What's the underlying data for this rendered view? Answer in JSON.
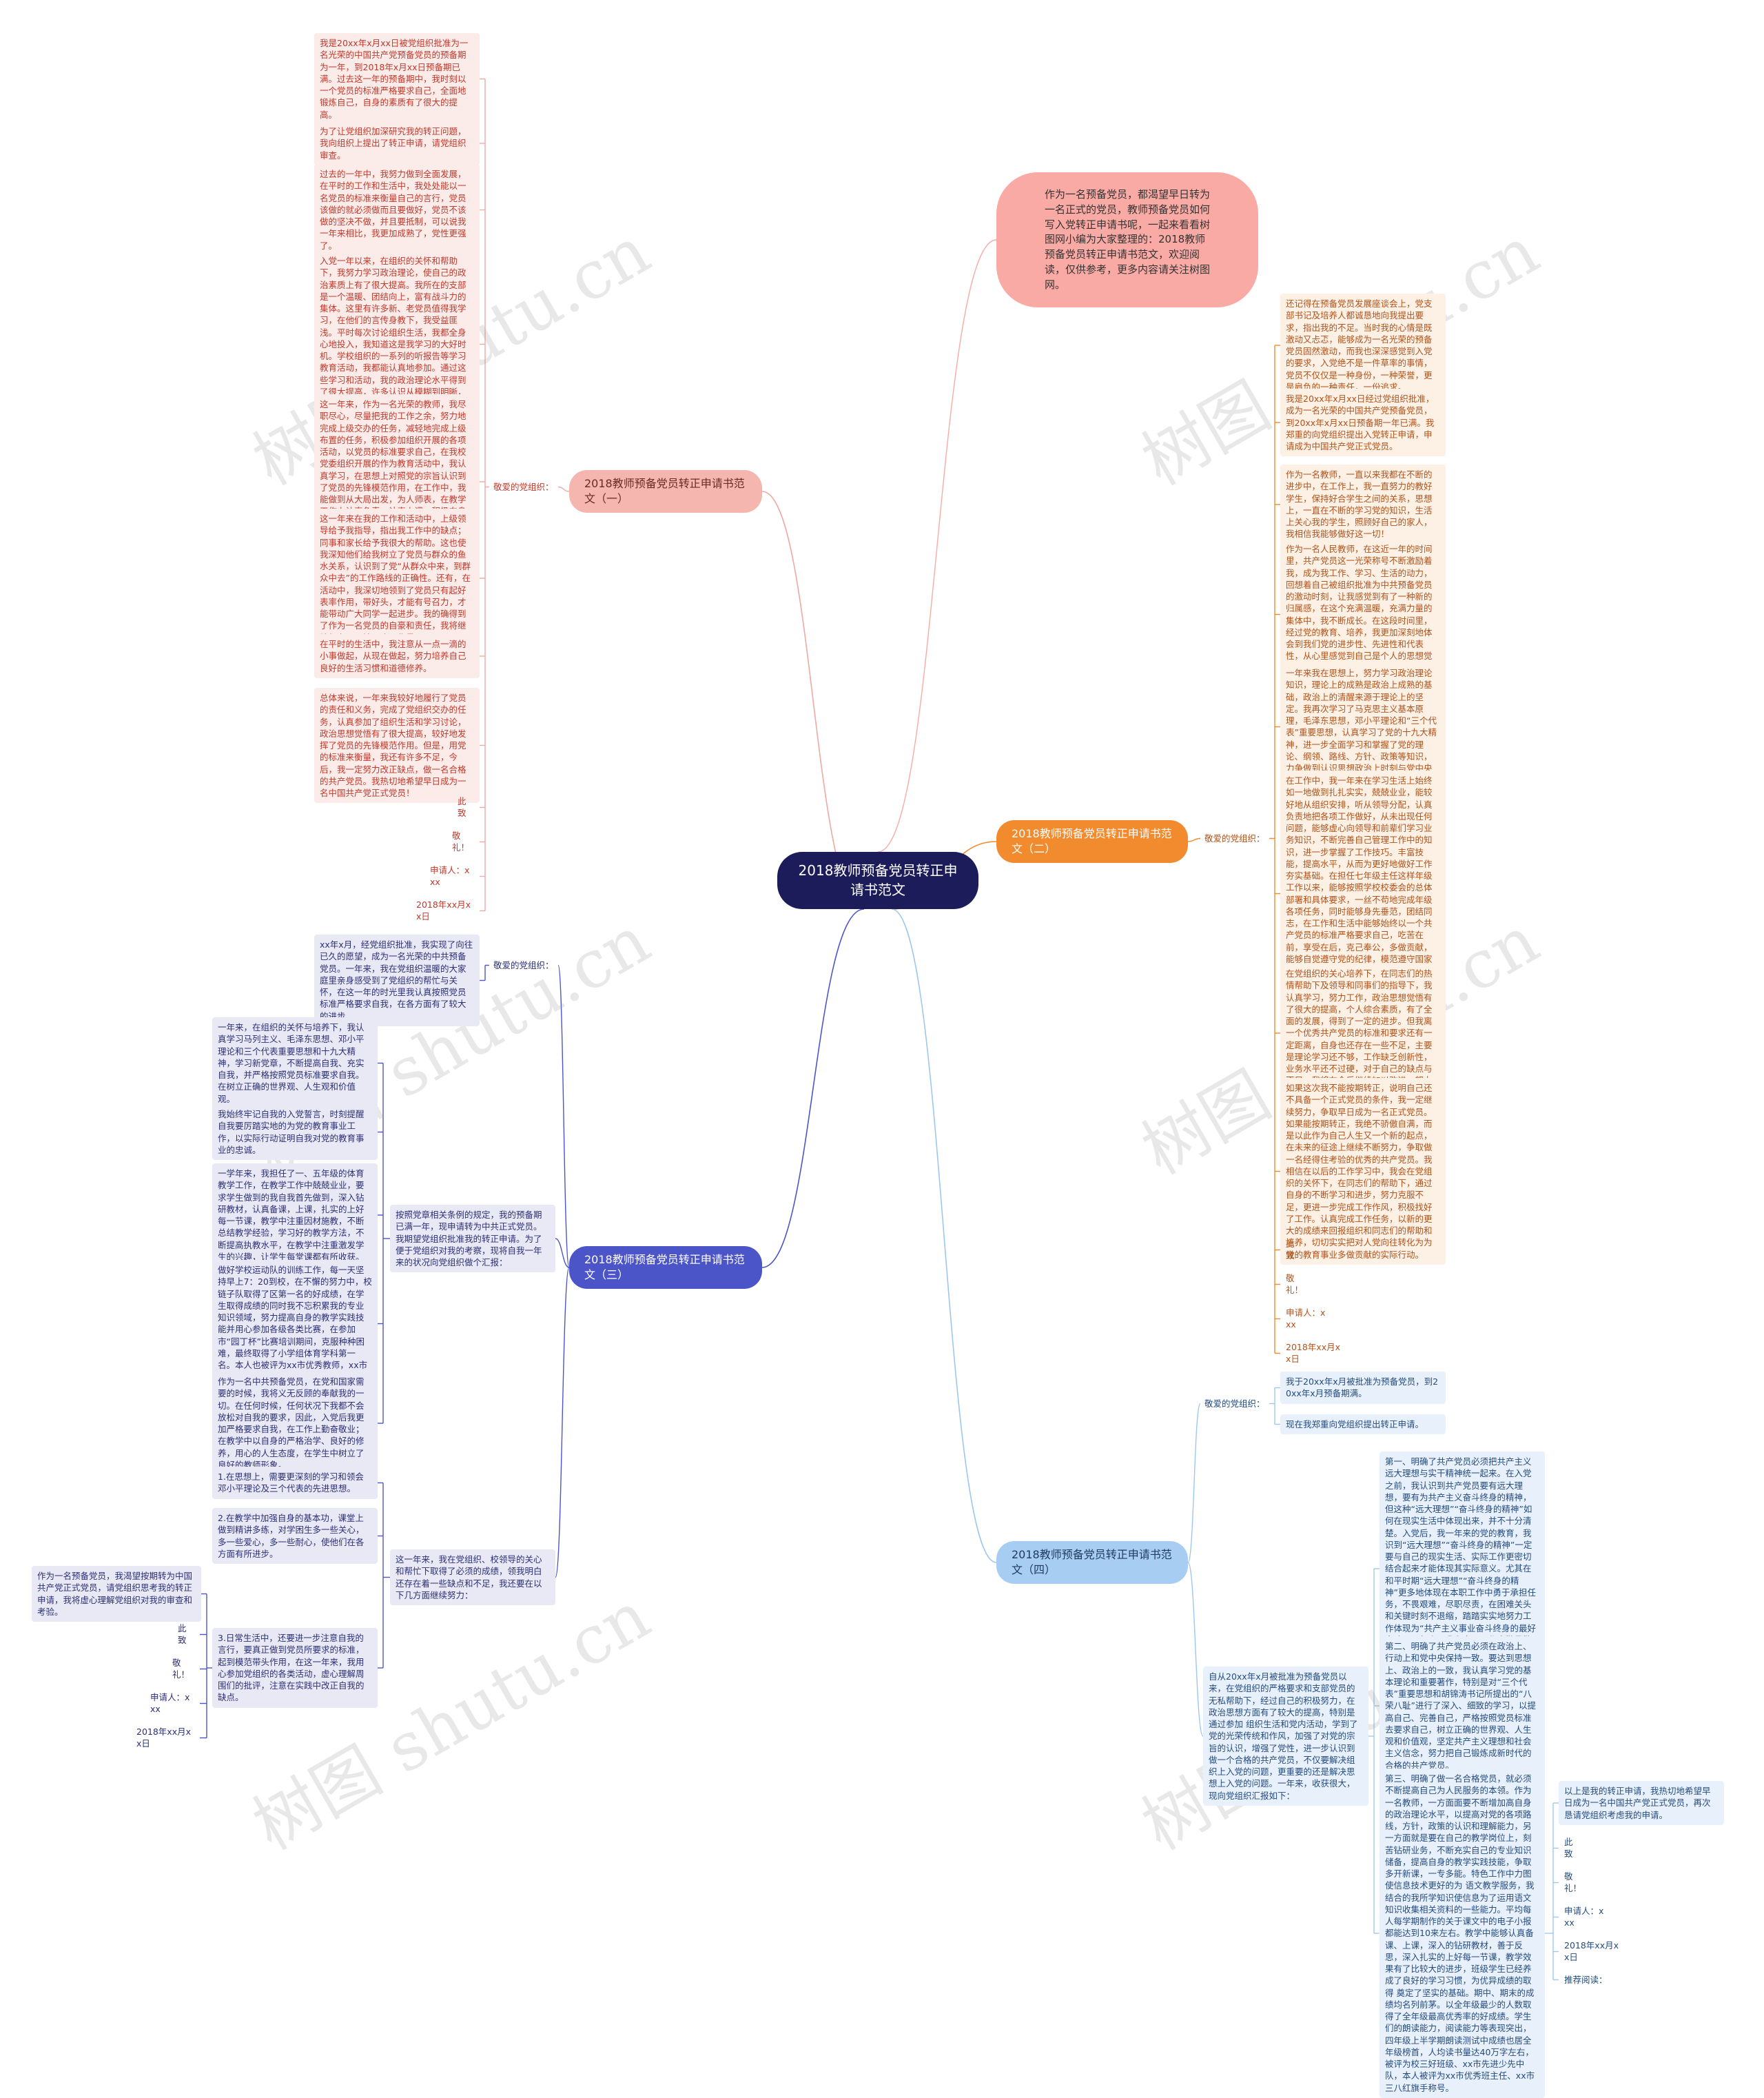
{
  "root": {
    "title": "2018教师预备党员转正申请书范文"
  },
  "intro": "作为一名预备党员，都渴望早日转为一名正式的党员，教师预备党员如何写入党转正申请书呢，一起来看看树图网小编为大家整理的：2018教师预备党员转正申请书范文，欢迎阅读，仅供参考，更多内容请关注树图网。",
  "watermark": "树图 shutu.cn",
  "branches": {
    "b1": {
      "title": "2018教师预备党员转正申请书范文（一）",
      "salutation": "敬爱的党组织：",
      "items": [
        "我是20xx年x月xx日被党组织批准为一名光荣的中国共产党预备党员的预备期为一年，到2018年x月xx日预备期已满。过去这一年的预备期中，我时刻以一个党员的标准严格要求自己，全面地锻炼自己，自身的素质有了很大的提高。",
        "为了让党组织加深研究我的转正问题，我向组织上提出了转正申请，请党组织审查。",
        "过去的一年中，我努力做到全面发展，在平时的工作和生活中，我处处能以一名党员的标准来衡量自己的言行，党员该做的就必须做而且要做好，党员不该做的坚决不做，并且要抵制，可以说我一年来相比，我更加成熟了，党性更强了。",
        "入党一年以来，在组织的关怀和帮助下，我努力学习政治理论，使自己的政治素质上有了很大提高。我所在的支部是一个温暖、团结向上，富有战斗力的集体。这里有许多新、老党员值得我学习，在他们的言传身教下，我受益匪浅。平时每次讨论组织生活，我都全身心地投入，我知道这是我学习的大好时机。学校组织的一系列的听报告等学习教育活动，我都能认真地参加。通过这些学习和活动，我的政治理论水平得到了很大提高，许多认识从模糊到明晰，得到了澄清，存在的错误得到了端正，同时对一些现象和问题有了进一步认识。",
        "这一年来，作为一名光荣的教师，我尽职尽心，尽量把我的工作之余，努力地完成上级交办的任务，减轻地完成上级布置的任务，积极参加组织开展的各项活动，以党员的标准要求自己，在我校党委组织开展的作为教育活动中，我认真学习，在思想上对照党的宗旨认识到了党员的先锋模范作用，在工作中，我能做到从大局出发，为人师表，在教学工作上认真负责，认真上课，积极向身边及其他优秀的教师学习教学经验，从不随意缺勤或请假，径常为了出色完成教学工作任务而牺牲休息时间来加班加点。",
        "这一年来在我的工作和活动中，上级领导给予我指导，指出我工作中的缺点；同事和家长给予我很大的帮助。这也使我深知他们给我树立了党员与群众的鱼水关系，认识到了党“从群众中来，到群众中去”的工作路线的正确性。还有，在活动中，我深切地领到了党员只有起好表率作用，带好头，才能有号召力，才能带动广大同学一起进步。我的确得到了作为一名党员的自豪和责任，我将继续努力，无愧于这一称号。",
        "在平时的生活中，我注意从一点一滴的小事做起，从现在做起，努力培养自己良好的生活习惯和道德修养。",
        "总体来说，一年来我较好地履行了党员的责任和义务，完成了党组织交办的任务，认真参加了组织生活和学习讨论，政治思想觉悟有了很大提高，较好地发挥了党员的先锋模范作用。但是，用党的标准来衡量，我还有许多不足，今后，我一定努力改正缺点，做一名合格的共产党员。我热切地希望早日成为一名中国共产党正式党员！",
        "此致",
        "敬礼！",
        "申请人：xxx",
        "2018年xx月xx日"
      ]
    },
    "b2": {
      "title": "2018教师预备党员转正申请书范文（二）",
      "salutation": "敬爱的党组织：",
      "items": [
        "还记得在预备党员发展座谈会上，党支部书记及培养人都诚恳地向我提出要求，指出我的不足。当时我的心情是既激动又忐忑，能够成为一名光荣的预备党员固然激动，而我也深深感觉到入党的要求，入党绝不是一件草率的事情，党员不仅仅是一种身份，一种荣誉，更是肩负的一种责任，一份追求。",
        "我是20xx年x月xx日经过党组织批准，成为一名光荣的中国共产党预备党员，到20xx年x月xx日预备期一年已满。我郑重的向党组织提出入党转正申请，申请成为中国共产党正式党员。",
        "作为一名教师，一直以来我都在不断的进步中，在工作上，我一直努力的教好学生，保持好合学生之间的关系，思想上，一直在不断的学习党的知识，生活上关心我的学生，照顾好自己的家人，我相信我能够做好这一切！",
        "作为一名人民教师，在这近一年的时间里，共产党员这一光荣称号不断激励着我，成为我工作、学习、生活的动力，回想着自己被组织批准为中共预备党员的激动时刻，让我感觉到有了一种新的归属感，在这个充满温暖，充满力量的集体中，我不断成长。在这段时间里，经过党的教育、培养，我更加深刻地体会到我们党的进步性、先进性和代表性，从心里感觉到自己是个人的思想觉悟提高了，视野广阔了，为人民服务的决心增强了。",
        "一年来我在思想上，努力学习政治理论知识，理论上的成熟是政治上成熟的基础，政治上的清醒来源于理论上的坚定。我再次学习了马克思主义基本原理，毛泽东思想，邓小平理论和“三个代表”重要思想，认真学习了党的十九大精神，进一步全面学习和掌握了党的理论、纲领、路线、方针、政策等知识，力争做到认识思想政治上时刻与党中央保持高度一致。",
        "在工作中，我一年来在学习生活上始终如一地做到扎扎实实，兢兢业业，能较好地从组织安排，听从领导分配，认真负责地把各项工作做好，从未出现任何问题，能够虚心向领导和前辈们学习业务知识，不断完善自己管理工作中的知识，进一步掌握了工作技巧。丰富技能，提高水平，从而为更好地做好工作夯实基础。在担任七年级主任这样年级工作以来，能够按照学校校委会的总体部署和具体要求，一丝不苟地完成年级各项任务，同时能够身先垂范，团结同志，在工作和生活中能够始终以一个共产党员的标准严格要求自己，吃苦在前，享受在后，克己奉公，多做贡献，能够自觉遵守党的纪律，模范遵守国家的法律法规，严格遵守党和国家的秘密，发扬社会主义的新风尚，提倡共产主义道德，始终在表思想和行动的统一，把加入党组织作为崇高的追求。",
        "在党组织的关心培养下，在同志们的热情帮助下及领导和同事们的指导下，我认真学习，努力工作，政治思想觉悟有了很大的提高，个人综合素质，有了全面的发展，得到了一定的进步。但我离一个优秀共产党员的标准和要求还有一定距离，自身也还存在一些不足，主要是理论学习还不够，工作缺乏创新性，业务水平还不过硬，对于自己的缺点与不足，我将在今后继续加以改进，努力做好。",
        "如果这次我不能按期转正，说明自己还不具备一个正式党员的条件，我一定继续努力，争取早日成为一名正式党员。如果能按期转正，我绝不骄傲自满，而是以此作为自己人生又一个新的起点，在未来的征途上继续不断努力，争取做一名经得住考验的优秀的共产党员。我相信在以后的工作学习中，我会在党组织的关怀下，在同志们的帮助下，通过自身的不断学习和进步，努力克服不足，更进一步完成工作作风，积极找好了工作。认真完成工作任务，以新的更大的成绩来回报组织和同志们的帮助和培养，切切实实把对人党向往转化为为党的教育事业多做贡献的实际行动。",
        "此致",
        "敬礼！",
        "申请人：xxx",
        "2018年xx月xx日"
      ]
    },
    "b3": {
      "title": "2018教师预备党员转正申请书范文（三）",
      "salutation": "敬爱的党组织：",
      "opening": "xx年x月，经党组织批准，我实现了向往已久的愿望，成为一名光荣的中共预备党员。一年来，我在党组织温暖的大家庭里亲身感受到了党组织的帮忙与关怀，在这一年的时光里我认真按照党员标准严格要求自我，在各方面有了较大的进步。",
      "middle_a": "按照党章相关条例的规定，我的预备期已满一年，现申请转为中共正式党员。我期望党组织批准我的转正申请。为了便于党组织对我的考察，现将自我一年来的状况向党组织做个汇报：",
      "group_a": [
        "一年来，在组织的关怀与培养下，我认真学习马列主义、毛泽东思想、邓小平理论和三个代表重要思想和十九大精神，学习新党章，不断提高自我、充实自我，并严格按照党员标准要求自我。在树立正确的世界观、人生观和价值观。",
        "我始终牢记自我的入党誓言，时刻提醒自我要厉踏实地的为党的教育事业工作，以实际行动证明自我对党的教育事业的忠诚。",
        "一学年来，我担任了一、五年级的体育教学工作，在教学工作中兢兢业业，要求学生做到的我自我首先做到，深入钻研教材，认真备课，上课，扎实的上好每一节课，教学中注重因材施教，不断总结教学经验，学习好的教学方法，不断提高执教水平，在教学中注重激发学生的兴趣，让学生每堂课都有所收获。",
        "做好学校运动队的训练工作，每一天坚持早上7：20到校，在不懈的努力中，校链子队取得了区第一名的好成绩，在学生取得成绩的同时我不忘积累我的专业知识领域，努力提高自身的教学实践技能并用心参加各级各类比赛，在参加市“园丁杯”比赛培训期间，克服种种困难，最终取得了小学组体育学科第一名。本人也被评为xx市优秀教师，xx市体育学科教学能手。",
        "作为一名中共预备党员，在党和国家需要的时候，我将义无反顾的奉献我的一切。在任何时候，任何状况下我都不会放松对自我的要求，因此，入党后我更加严格要求自我，在工作上勤奋敬业；在教学中以自身的严格治学、良好的修养，用心的人生态度，在学生中树立了良好的教师形象。"
      ],
      "middle_b": "这一年来，我在党组织、校领导的关心和帮忙下取得了必须的成绩，领我明白还存在着一些缺点和不足，我还要在以下几方面继续努力：",
      "group_b": [
        "1.在思想上，需要更深刻的学习和领会邓小平理论及三个代表的先进思想。",
        "2.在教学中加强自身的基本功，课堂上做到精讲多练，对学困生多一些关心，多一些爱心，多一些耐心，使他们在各方面有所进步。",
        "3.日常生活中，还要进一步注意自我的言行，要真正做到党员所要求的标准，起到模范带头作用，在这一年来，我用心参加党组织的各类活动，虚心理解周围们的批评，注意在实践中改正自我的缺点。"
      ],
      "closing": "作为一名预备党员，我渴望按期转为中国共产党正式党员，请党组织思考我的转正申请，我将虚心理解党组织对我的审查和考验。",
      "tail": [
        "此致",
        "敬礼！",
        "申请人：xxx",
        "2018年xx月xx日"
      ]
    },
    "b4": {
      "title": "2018教师预备党员转正申请书范文（四）",
      "salutation": "敬爱的党组织：",
      "sal_items": [
        "我于20xx年x月被批准为预备党员，到20xx年x月预备期满。",
        "现在我郑重向党组织提出转正申请。"
      ],
      "summary": "自从20xx年x月被批准为预备党员以来，在党组织的严格要求和支部党员的无私帮助下，经过自己的积极努力，在政治思想方面有了较大的提高，特别是通过参加 组织生活和党内活动，学到了党的光荣传统和作风，加强了对党的宗旨的认识，增强了党性，进一步认识到做一个合格的共产党员，不仅要解决组织上入党的问题，更重要的还是解决思想上入党的问题。一年来，收获很大，现向党组织汇报如下：",
      "points": [
        "第一、明确了共产党员必须把共产主义远大理想与实干精神统一起来。在入党之前，我认识到共产党员要有远大理想，要有为共产主义奋斗终身的精神，但这种“远大理想”“奋斗终身的精神”如何在现实生活中体现出来，并不十分清楚。入党后，我一年来的党的教育，我识到“远大理想”“奋斗终身的精神”一定要与自己的现实生活、实际工作更密切结合起来才能体现其实际意义。尤其在和平时期“远大理想”“奋斗终身的精神”更多地体现在本职工作中勇于承担任务，不畏艰难，尽职尽责，在困难关头和关键时刻不退缩，踏踏实实地努力工作体现为“共产主义事业奋斗终身的最好实践。一年来，我在实际工作中勤恳敬业，克服了许多困难，圆满完成了各项教学工作，在实际工作中得到了锻炼，考验和提高。",
        "第二、明确了共产党员必须在政治上、行动上和党中央保持一致。要达到思想上、政治上的一致，我认真学习党的基本理论和重要著作，特别是对“三个代表”重要思想和胡锦涛书记所提出的“八荣八耻”进行了深入、细致的学习，以提高自己、完善自己，严格按照党员标准去要求自己，树立正确的世界观、人生观和价值观，坚定共产主义理想和社会主义信念，努力把自己锻炼成新时代的合格的共产党员。",
        "第三、明确了做一名合格党员，就必须不断提高自己为人民服务的本领。作为一名教师，一方面面要不断增加高自身的政治理论水平，以提高对党的各项路线，方针，政策的认识和理解能力，另一方面就是要在自己的教学岗位上，刻苦钻研业务，不断充实自己的专业知识储备，提高自身的教学实践技能，争取多开新课，一专多能。特色工作中力图使信息技术更好的为 语文教学服务，我结合的我所学知识使信息为了运用语文知识收集相关资料的一些能力。平均每人每学期制作的关于课文中的电子小报都能达到10来左右。教学中能够认真备课、上课，深入的钻研教材，善于反思，深入扎实的上好每一节课，教学效果有了比较大的进步，班级学生已经养成了良好的学习习惯，为优异成绩的取得 奠定了坚实的基础。期中、期末的成绩均名列前茅。以全年级最少的人数取得了全年级最高优秀率的好成绩。学生们的朗读能力，阅读能力等表现突出，四年级上半学期朗读测试中成绩也居全年级榜首，人均读书量达40万字左右，被评为校三好班级、xx市先进少先中队，本人被评为xx市优秀班主任、xx市三八红旗手称号。"
      ],
      "conclusion": "以上是我的转正申请，我热切地希望早日成为一名中国共产党正式党员，再次恳请党组织考虑我的申请。",
      "tail": [
        "此致",
        "敬礼！",
        "申请人：xxx",
        "2018年xx月xx日",
        "推荐阅读："
      ]
    }
  },
  "colors": {
    "b1": "#f0a8a2",
    "b2": "#f08a2c",
    "b3": "#4c55c8",
    "b4": "#9ec7ef",
    "root": "#1b1c59",
    "intro": "#f9aaa4"
  }
}
